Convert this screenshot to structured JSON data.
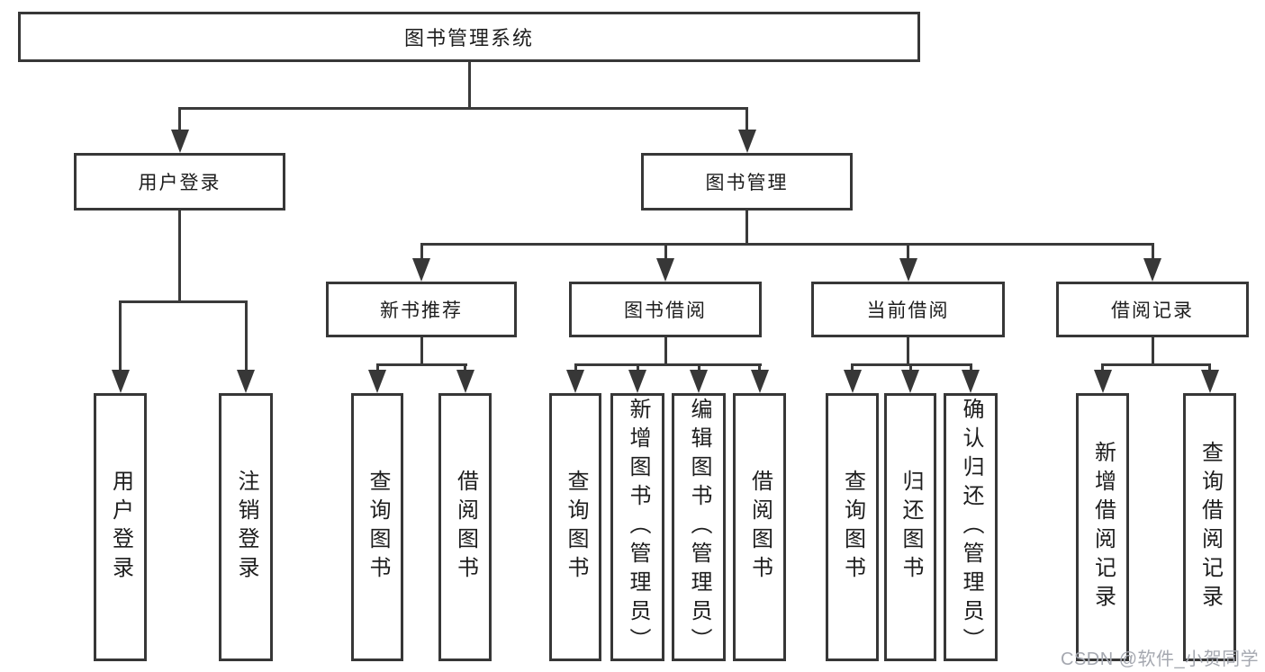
{
  "diagram": {
    "root": "图书管理系统",
    "level2": [
      "用户登录",
      "图书管理"
    ],
    "level3": [
      "新书推荐",
      "图书借阅",
      "当前借阅",
      "借阅记录"
    ],
    "leaves": {
      "user_login": [
        "用户登录",
        "注销登录"
      ],
      "new_book": [
        "查询图书",
        "借阅图书"
      ],
      "book_borrow": [
        "查询图书",
        "新增图书（管理员）",
        "编辑图书（管理员）",
        "借阅图书"
      ],
      "current_borrow": [
        "查询图书",
        "归还图书",
        "确认归还（管理员）"
      ],
      "records": [
        "新增借阅记录",
        "查询借阅记录"
      ]
    },
    "colors": {
      "line": "#3a3a3a",
      "border": "#373737",
      "text": "#1d1d1d",
      "watermark": "#a5a8b0",
      "background": "#ffffff"
    },
    "watermark": "CSDN @软件_小贺同学"
  }
}
